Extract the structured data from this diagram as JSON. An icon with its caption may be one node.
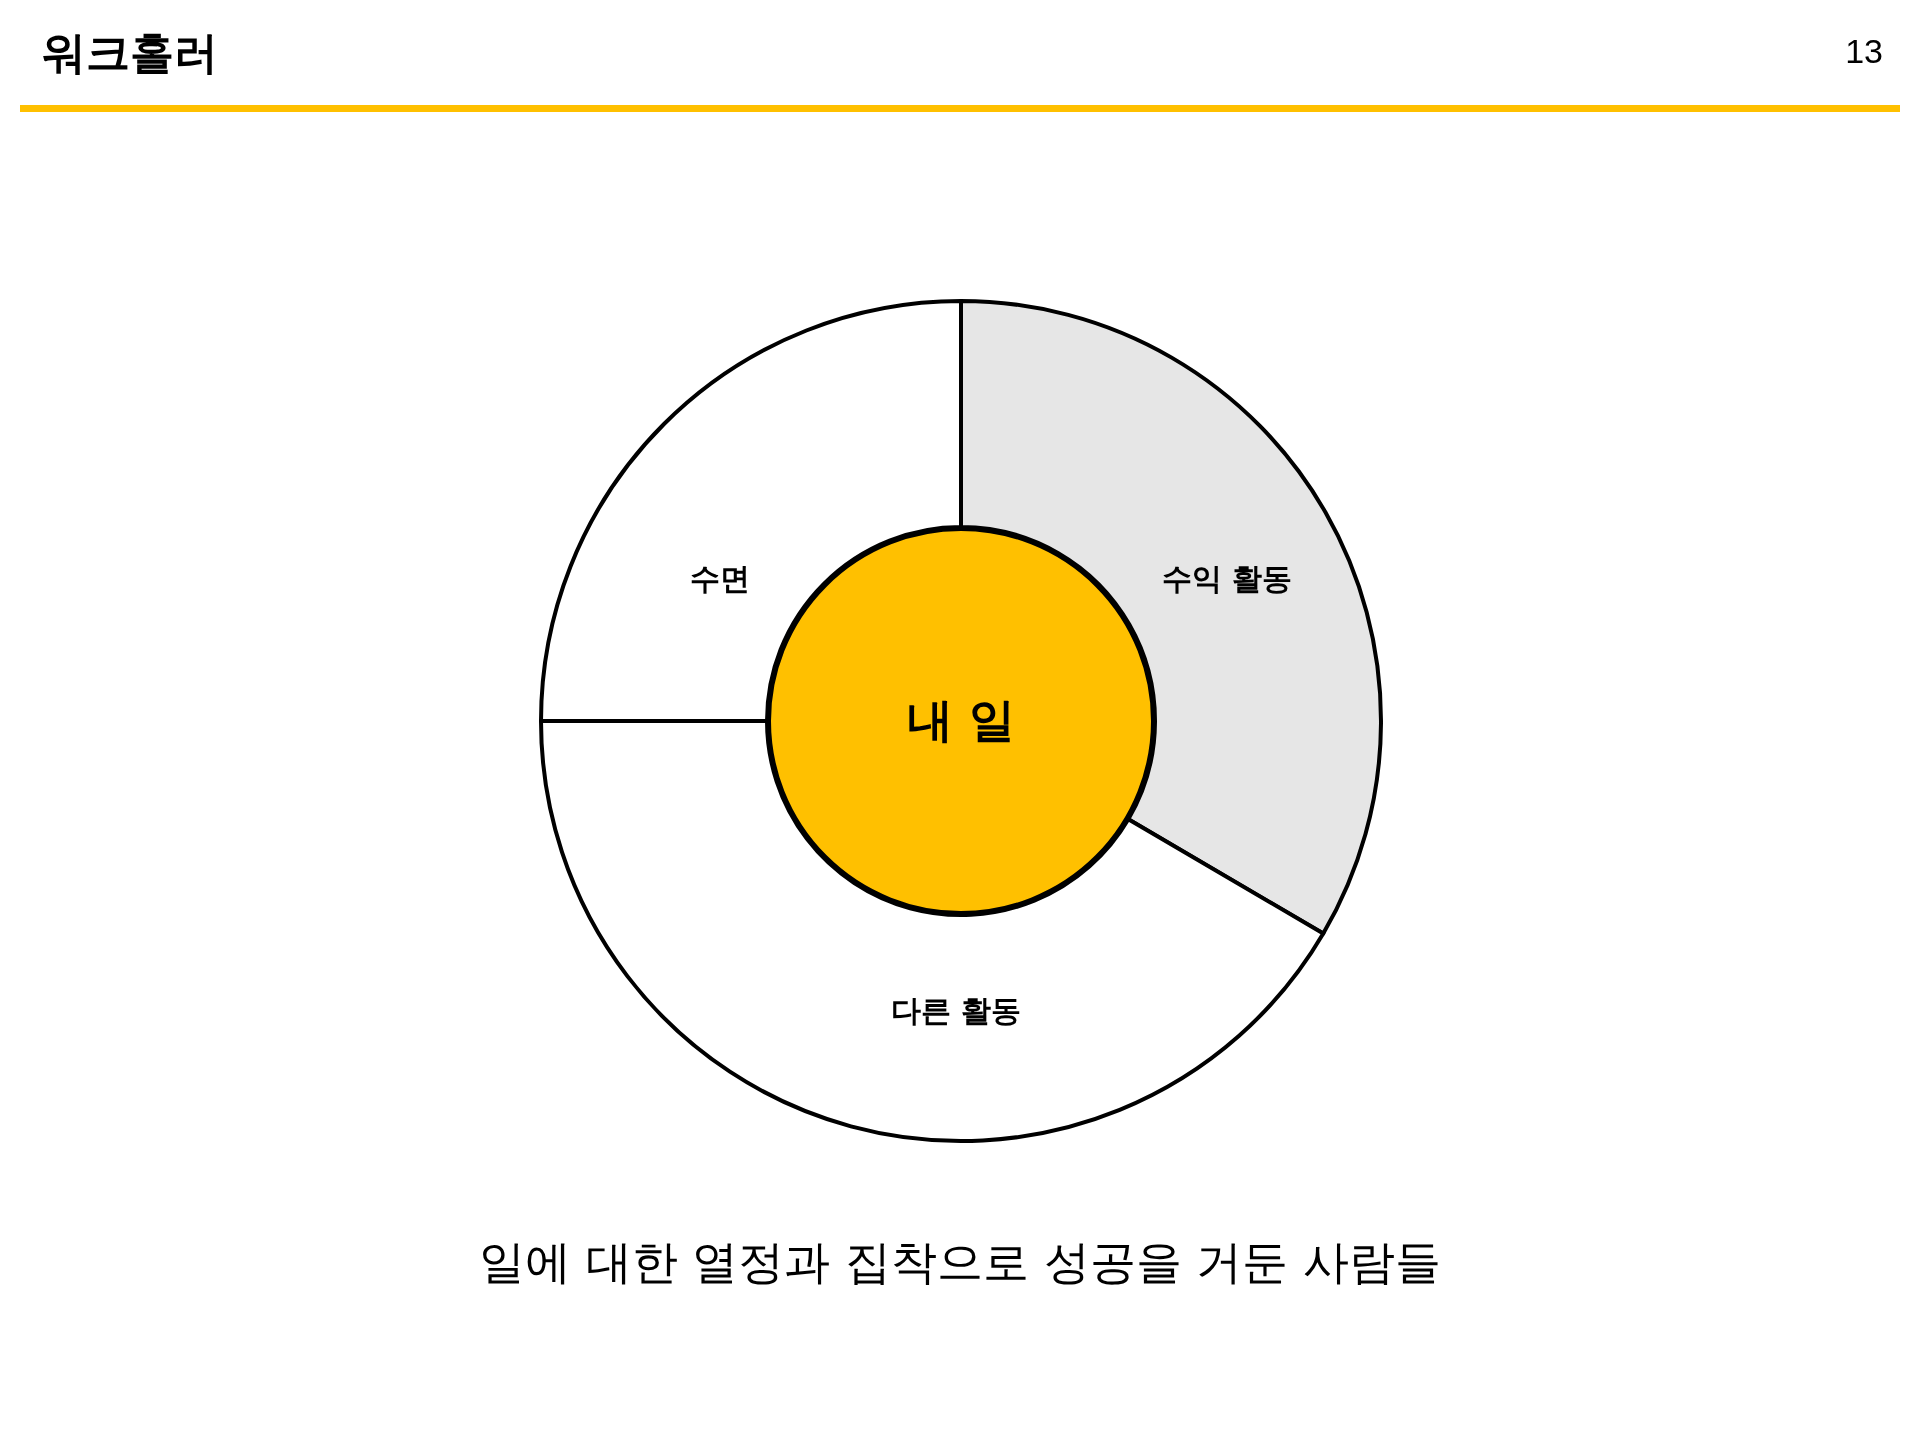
{
  "diagram": {
    "title": "워크홀러",
    "caption": "일에 대한 열정과 집착으로 성공을 거둔 사람들",
    "nodes": [
      {
        "text": [
          "수면"
        ]
      },
      {
        "text": [
          "수익 활동"
        ]
      },
      {
        "text": [
          "다른 활동"
        ]
      },
      {
        "text": [
          "내 일"
        ]
      }
    ],
    "labels": [
      "13"
    ]
  }
}
